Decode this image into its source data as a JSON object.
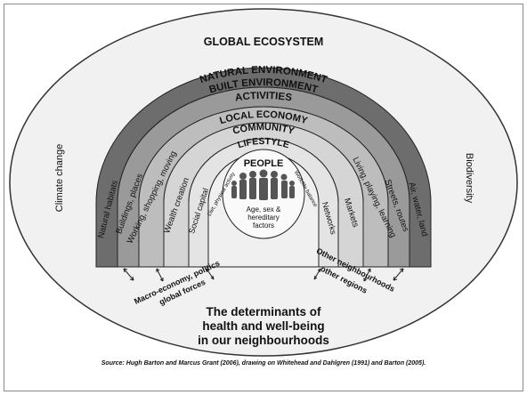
{
  "diagram": {
    "outer_title": "GLOBAL ECOSYSTEM",
    "bands": [
      {
        "label": "NATURAL ENVIRONMENT"
      },
      {
        "label": "BUILT ENVIRONMENT"
      },
      {
        "label": "ACTIVITIES"
      },
      {
        "label": "LOCAL ECONOMY"
      },
      {
        "label": "COMMUNITY"
      },
      {
        "label": "LIFESTYLE"
      },
      {
        "label": "PEOPLE"
      }
    ],
    "left_labels": {
      "climate": "Climate change",
      "natural": "Natural habitats",
      "built": "Buildings, places",
      "activities": "Working, shopping, moving",
      "economy": "Wealth creation",
      "community": "Social capital",
      "lifestyle": "Diet, physical activity"
    },
    "right_labels": {
      "biodiversity": "Biodiversity",
      "natural": "Air, water, land",
      "built": "Streets, routes",
      "activities": "Living, playing, learning",
      "economy": "Markets",
      "community": "Networks",
      "lifestyle": "Work/life balance"
    },
    "people_factors": [
      "Age, sex &",
      "hereditary",
      "factors"
    ],
    "left_note": [
      "Macro-economy, politics",
      "global forces"
    ],
    "right_note": [
      "Other neighbourhoods",
      "other regions"
    ]
  },
  "captions": {
    "main": [
      "The determinants of",
      "health and well-being",
      "in our neighbourhoods"
    ],
    "source": "Source: Hugh Barton and Marcus Grant (2006), drawing on Whitehead and Dahlgren (1991) and Barton (2005)."
  }
}
